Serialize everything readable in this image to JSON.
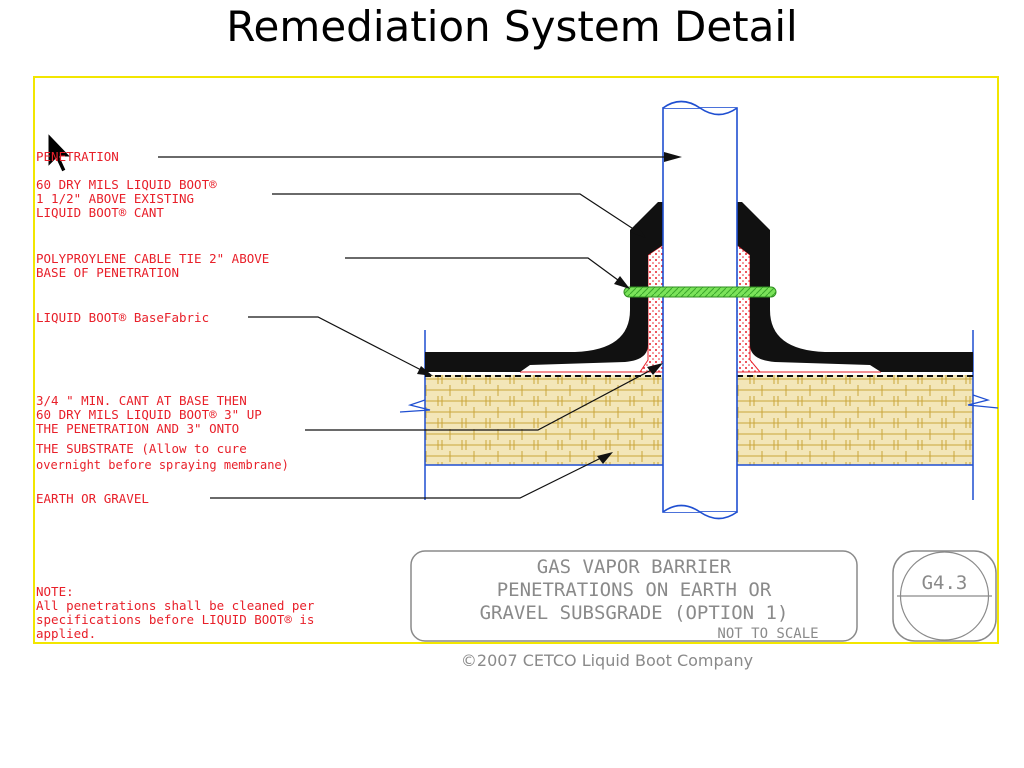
{
  "slide": {
    "title": "Remediation System Detail"
  },
  "labels": {
    "penetration": "PENETRATION",
    "liquid_boot_1": "60 DRY MILS LIQUID BOOT®",
    "liquid_boot_2": "1 1/2\" ABOVE EXISTING",
    "liquid_boot_3": "LIQUID BOOT® CANT",
    "cable_tie_1": "POLYPROYLENE CABLE TIE 2\" ABOVE",
    "cable_tie_2": "BASE OF PENETRATION",
    "base_fabric": "LIQUID BOOT® BaseFabric",
    "cant_1": "3/4 \" MIN. CANT AT BASE THEN",
    "cant_2": "60 DRY MILS LIQUID BOOT® 3\" UP",
    "cant_3": "THE PENETRATION AND 3\" ONTO",
    "cant_4": "THE SUBSTRATE (Allow to cure",
    "cant_5": "overnight before spraying membrane)",
    "earth": "EARTH OR GRAVEL"
  },
  "note": {
    "heading": "NOTE:",
    "line1": "All penetrations shall be cleaned per",
    "line2": "specifications before LIQUID BOOT® is",
    "line3": "applied."
  },
  "title_block": {
    "line1": "GAS VAPOR BARRIER",
    "line2": "PENETRATIONS ON EARTH OR",
    "line3": "GRAVEL SUBSGRADE (OPTION 1)",
    "scale": "NOT TO SCALE",
    "sheet_id": "G4.3"
  },
  "copyright": "©2007 CETCO Liquid Boot Company",
  "colors": {
    "label_red": "#e8202a",
    "pipe_blue": "#1f4fd1",
    "membrane_black": "#111111",
    "soil_tan": "#f3e6b8",
    "frame_yellow": "#f2e600",
    "cable_green": "#7be35a",
    "title_gray": "#8a8a8a"
  }
}
